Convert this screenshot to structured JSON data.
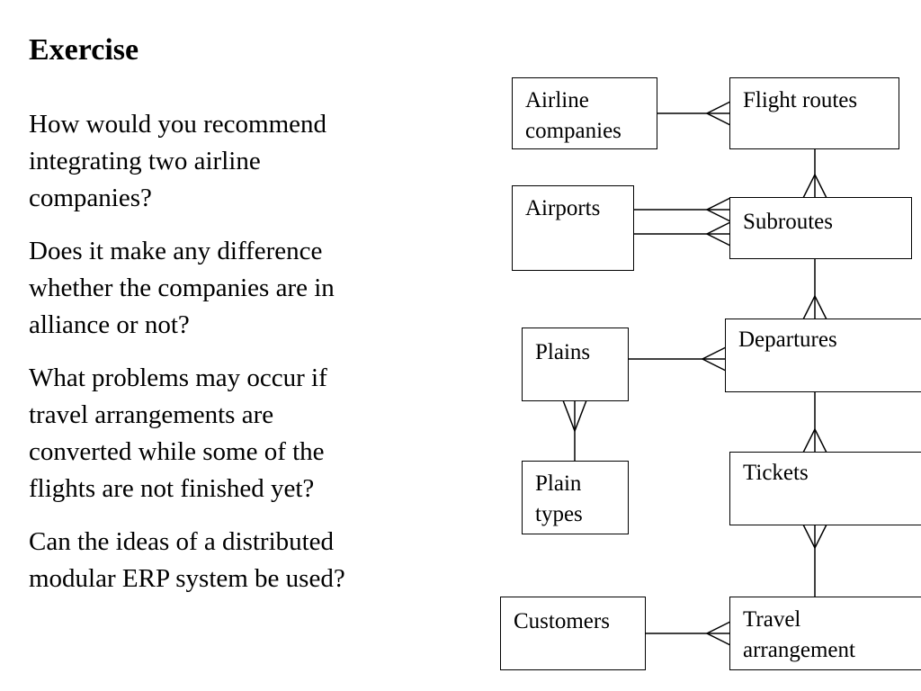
{
  "slide": {
    "title": "Exercise",
    "questions": [
      "How would you recommend\nintegrating two airline\ncompanies?",
      "Does it make any difference\nwhether the companies are in\nalliance or not?",
      "What problems may occur if\ntravel arrangements are\nconverted while some of the\nflights are not finished yet?",
      "Can the ideas of a distributed\nmodular ERP system be used?"
    ]
  },
  "diagram": {
    "entities": {
      "airline_companies": "Airline\ncompanies",
      "flight_routes": "Flight routes",
      "airports": "Airports",
      "subroutes": "Subroutes",
      "plains": "Plains",
      "departures": "Departures",
      "plain_types": "Plain\ntypes",
      "tickets": "Tickets",
      "customers": "Customers",
      "travel_arrangement": "Travel\narrangement"
    }
  }
}
